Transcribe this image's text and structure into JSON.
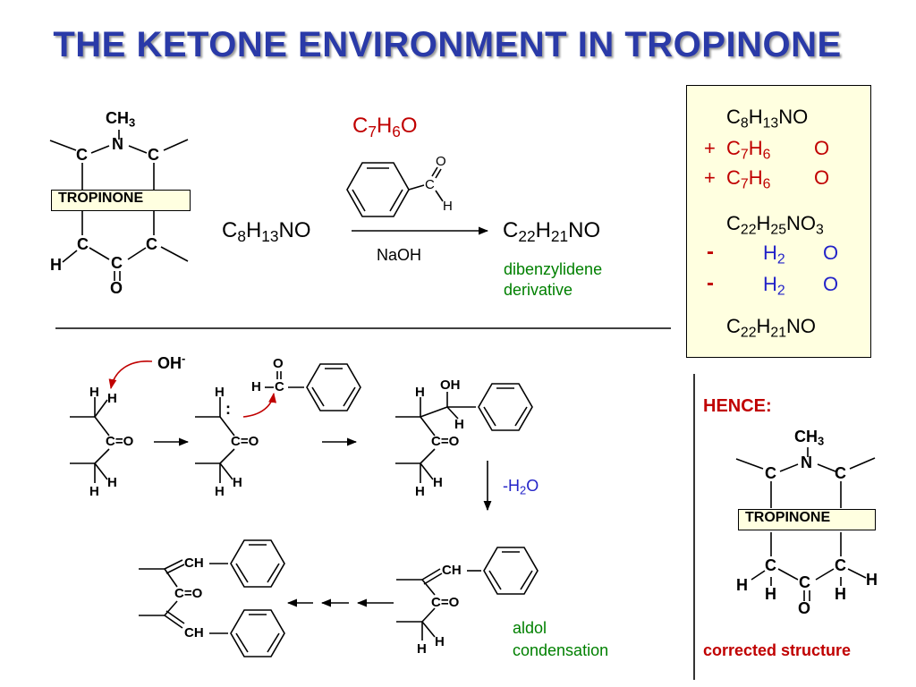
{
  "title": "THE KETONE ENVIRONMENT IN TROPINONE",
  "structure": {
    "ch3": "CH",
    "ch3_sub": "3",
    "n": "N",
    "c": "C",
    "h": "H",
    "o": "O",
    "label": "TROPINONE"
  },
  "reaction": {
    "reagent": "C",
    "reagent_7": "7",
    "reagent_h": "H",
    "reagent_6": "6",
    "reagent_o": "O",
    "benz_o": "O",
    "benz_c": "C",
    "benz_h": "H",
    "reactant_c": "C",
    "reactant_8": "8",
    "reactant_h": "H",
    "reactant_13": "13",
    "reactant_no": "NO",
    "catalyst": "NaOH",
    "product_c": "C",
    "product_22": "22",
    "product_h": "H",
    "product_21": "21",
    "product_no": "NO",
    "product_name_1": "dibenzylidene",
    "product_name_2": "derivative"
  },
  "balance": {
    "r1_c": "C",
    "r1_8": "8",
    "r1_h": "H",
    "r1_13": "13",
    "r1_no": "NO",
    "plus": "+",
    "r2_c": "C",
    "r2_7": "7",
    "r2_h": "H",
    "r2_6": "6",
    "r2_o": "O",
    "sum_c": "C",
    "sum_22": "22",
    "sum_h": "H",
    "sum_25": "25",
    "sum_no": "NO",
    "sum_3": "3",
    "minus": "-",
    "w_h": "H",
    "w_2": "2",
    "w_o": "O",
    "final_c": "C",
    "final_22": "22",
    "final_h": "H",
    "final_21": "21",
    "final_no": "NO"
  },
  "mechanism": {
    "oh": "OH",
    "oh_charge": "-",
    "h": "H",
    "co": "C=O",
    "c": "C",
    "o": "O",
    "ch": "CH",
    "hc": "H",
    "oh_group": "OH",
    "colon": ":",
    "dehydration": "-H",
    "dehydration_2": "2",
    "dehydration_o": "O",
    "aldol_1": "aldol",
    "aldol_2": "condensation"
  },
  "hence": {
    "label": "HENCE:",
    "caption": "corrected structure"
  }
}
